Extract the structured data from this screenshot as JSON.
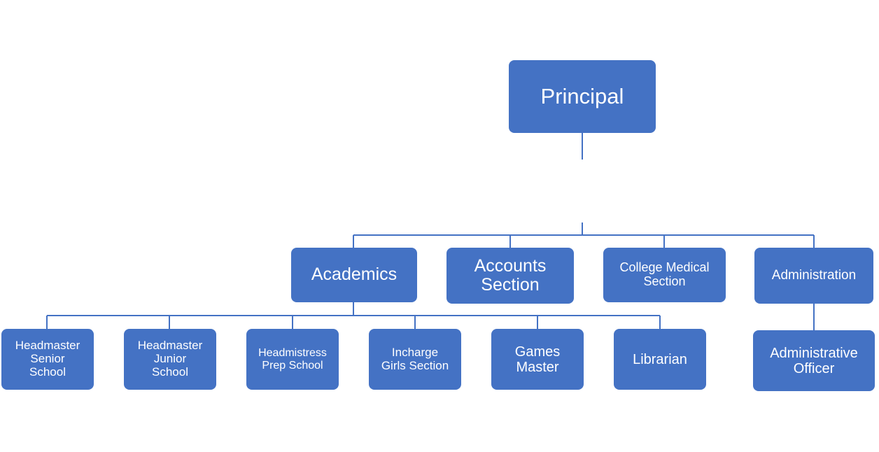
{
  "chart": {
    "root": {
      "label": "Principal"
    },
    "departments": [
      {
        "label": "Academics"
      },
      {
        "label": "Accounts\nSection"
      },
      {
        "label": "College Medical\nSection"
      },
      {
        "label": "Administration"
      }
    ],
    "academic_staff": [
      {
        "label": "Headmaster\nSenior\nSchool"
      },
      {
        "label": "Headmaster\nJunior\nSchool"
      },
      {
        "label": "Headmistress\nPrep School"
      },
      {
        "label": "Incharge\nGirls Section"
      },
      {
        "label": "Games\nMaster"
      },
      {
        "label": "Librarian"
      }
    ],
    "administration_staff": [
      {
        "label": "Administrative\nOfficer"
      }
    ]
  },
  "colors": {
    "box_fill": "#4472C4",
    "connector": "#4472C4",
    "text": "#FFFFFF"
  }
}
